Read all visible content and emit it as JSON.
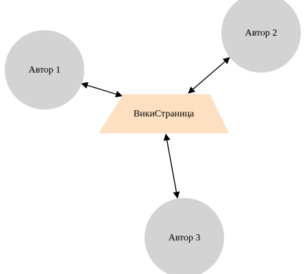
{
  "diagram": {
    "center": {
      "label": "ВикиСтраница",
      "fill": "#fde0c1"
    },
    "authors": [
      {
        "id": "a1",
        "label": "Автор 1"
      },
      {
        "id": "a2",
        "label": "Автор 2"
      },
      {
        "id": "a3",
        "label": "Автор 3"
      }
    ],
    "node_fill": "#d3d3d3",
    "edge_color": "#000000",
    "edges": [
      {
        "from": "a1",
        "to": "center",
        "direction": "both"
      },
      {
        "from": "a2",
        "to": "center",
        "direction": "both"
      },
      {
        "from": "a3",
        "to": "center",
        "direction": "both"
      }
    ]
  }
}
